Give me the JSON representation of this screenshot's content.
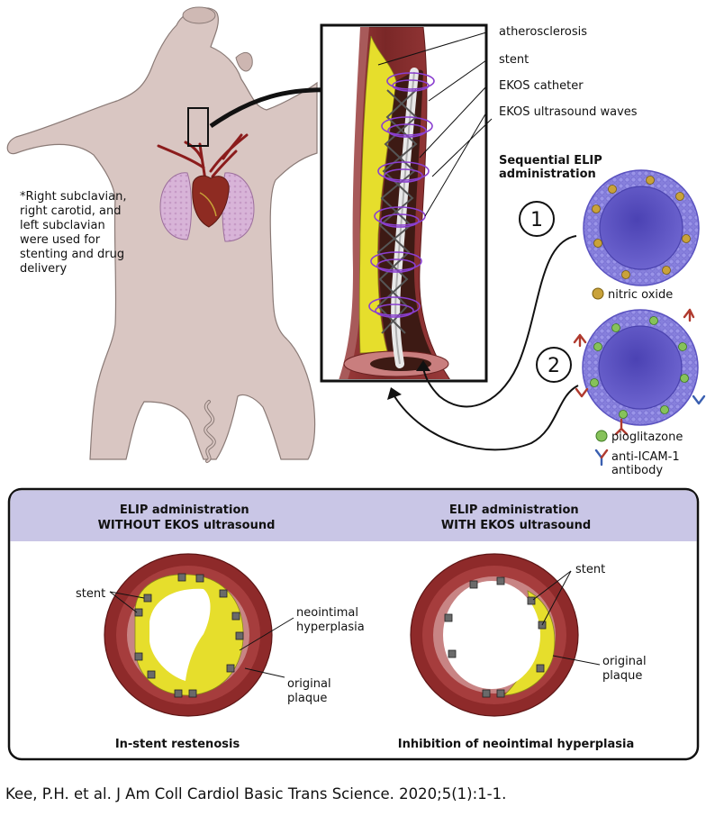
{
  "top": {
    "note": [
      "*Right subclavian,",
      "right carotid, and",
      "left subclavian",
      "were used for",
      "stenting and drug",
      "delivery"
    ],
    "callout_labels": [
      "atherosclerosis",
      "stent",
      "EKOS catheter",
      "EKOS ultrasound waves"
    ],
    "sequential_title": [
      "Sequential ELIP",
      "administration"
    ],
    "step_numbers": [
      "1",
      "2"
    ],
    "legend": {
      "nitric_oxide": "nitric oxide",
      "pioglitazone": "pioglitazone",
      "antibody": [
        "anti-ICAM-1",
        "antibody"
      ]
    }
  },
  "bottom": {
    "left_header": [
      "ELIP administration",
      "WITHOUT EKOS ultrasound"
    ],
    "right_header": [
      "ELIP administration",
      "WITH EKOS ultrasound"
    ],
    "left_labels": {
      "stent": "stent",
      "neointimal": [
        "neointimal",
        "hyperplasia"
      ],
      "plaque": [
        "original",
        "plaque"
      ]
    },
    "right_labels": {
      "stent": "stent",
      "plaque": [
        "original",
        "plaque"
      ]
    },
    "left_caption": "In-stent restenosis",
    "right_caption": "Inhibition of neointimal hyperplasia"
  },
  "citation": "Kee, P.H. et al. J Am Coll Cardiol Basic Trans Science. 2020;5(1):1-1.",
  "colors": {
    "pig_skin": "#d9c6c2",
    "artery": "#8b2a2a",
    "plaque": "#e6de2c",
    "liposome": "#7b74d6",
    "header_band": "#c9c6e6",
    "ultrasound_wave": "#8a3fd0"
  }
}
